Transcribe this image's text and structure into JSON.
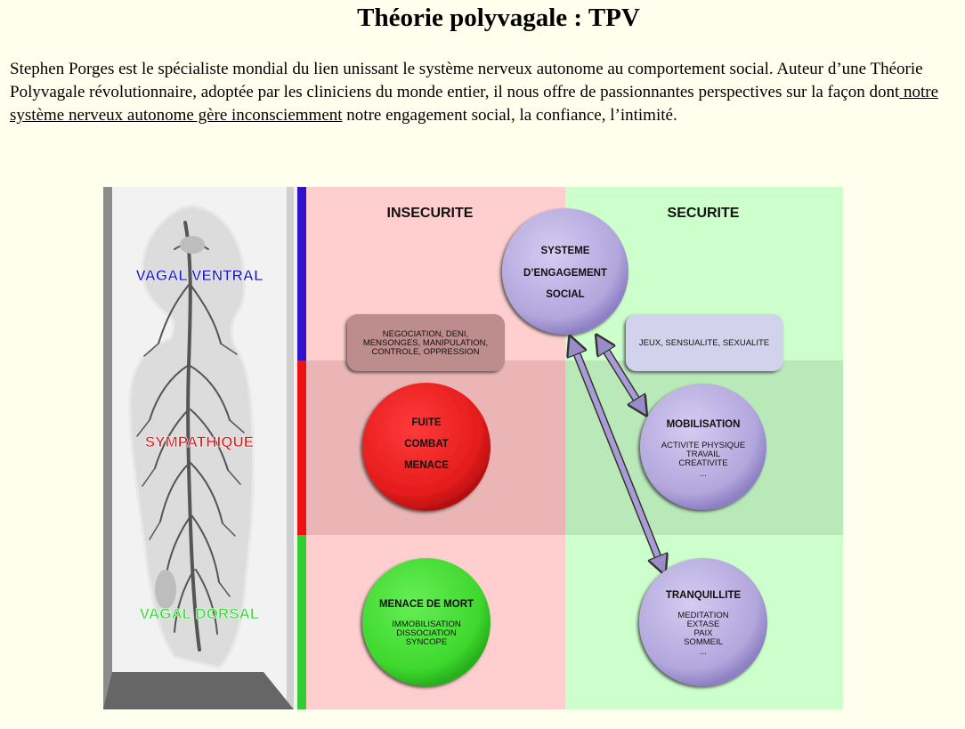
{
  "page": {
    "title": "Théorie polyvagale : TPV",
    "intro_before": "Stephen Porges est le spécialiste mondial du lien unissant le système nerveux autonome au comportement social. Auteur d’une Théorie Polyvagale révolutionnaire, adoptée par les cliniciens du monde entier, il nous offre de passionnantes perspectives sur la façon dont",
    "intro_link": " notre système nerveux autonome gère inconsciemment",
    "intro_after": " notre engagement social, la confiance, l’intimité."
  },
  "diagram": {
    "columns": {
      "left": "INSECURITE",
      "right": "SECURITE"
    },
    "zones": {
      "ventral": "VAGAL VENTRAL",
      "sympathetic": "SYMPATHIQUE",
      "dorsal": "VAGAL DORSAL"
    },
    "colors": {
      "ventral": "#1a1acc",
      "sympathetic": "#dd1f1f",
      "dorsal": "#33dd33",
      "insecure_bg": "#ffcccc",
      "secure_bg": "#ccffcc",
      "circle_purple": "#b8aee0",
      "circle_red": "#ee2222",
      "circle_green": "#44dd33"
    },
    "social": {
      "line1": "SYSTEME",
      "line2": "D’ENGAGEMENT",
      "line3": "SOCIAL"
    },
    "negotiation": {
      "line1": "NEGOCIATION, DENI,",
      "line2": "MENSONGES, MANIPULATION,",
      "line3": "CONTROLE, OPPRESSION"
    },
    "play": "JEUX, SENSUALITE, SEXUALITE",
    "fight": {
      "line1": "FUITE",
      "line2": "COMBAT",
      "line3": "MENACE"
    },
    "mobilisation": {
      "title": "MOBILISATION",
      "line1": "ACTIVITE PHYSIQUE",
      "line2": "TRAVAIL",
      "line3": "CREATIVITE",
      "line4": "..."
    },
    "death": {
      "title": "MENACE DE MORT",
      "line1": "IMMOBILISATION",
      "line2": "DISSOCIATION",
      "line3": "SYNCOPE"
    },
    "tranquility": {
      "title": "TRANQUILLITE",
      "line1": "MEDITATION",
      "line2": "EXTASE",
      "line3": "PAIX",
      "line4": "SOMMEIL",
      "line5": "..."
    }
  }
}
